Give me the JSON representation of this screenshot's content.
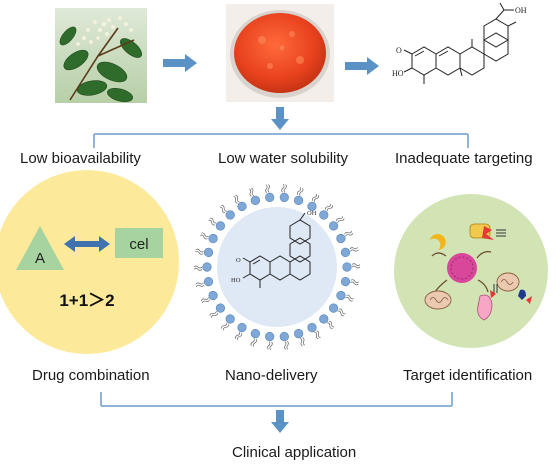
{
  "sources": {
    "celastrol_molecule": {
      "substituents": {
        "keto": "O",
        "hydroxyl": "HO",
        "acid": "OH"
      }
    }
  },
  "challenges": [
    {
      "label": "Low bioavailability"
    },
    {
      "label": "Low water solubility"
    },
    {
      "label": "Inadequate targeting"
    }
  ],
  "drug_combination": {
    "drug_a": "A",
    "drug_b": "cel",
    "synergy_equation": "1+1＞2"
  },
  "nano_delivery": {
    "substituents": {
      "keto": "O",
      "hydroxyl": "HO",
      "acid": "OH"
    }
  },
  "strategies": [
    {
      "label": "Drug combination"
    },
    {
      "label": "Nano-delivery"
    },
    {
      "label": "Target identification"
    }
  ],
  "outcome": {
    "label": "Clinical application"
  },
  "colors": {
    "arrow": "#5b92c6",
    "bracket": "#8fb4d8",
    "combo_circle": "#fde99a",
    "triangle": "#a6d3a0",
    "cel_box": "#a6d3a0",
    "double_arrow": "#3f72ae",
    "nano_circle": "#dfe9f5",
    "nano_bead": "#7fa8d6",
    "target_circle": "#d2e3b4",
    "powder": "#e8421e"
  },
  "icons": {
    "plant": "plant-photo",
    "powder": "powder-dish-photo"
  }
}
